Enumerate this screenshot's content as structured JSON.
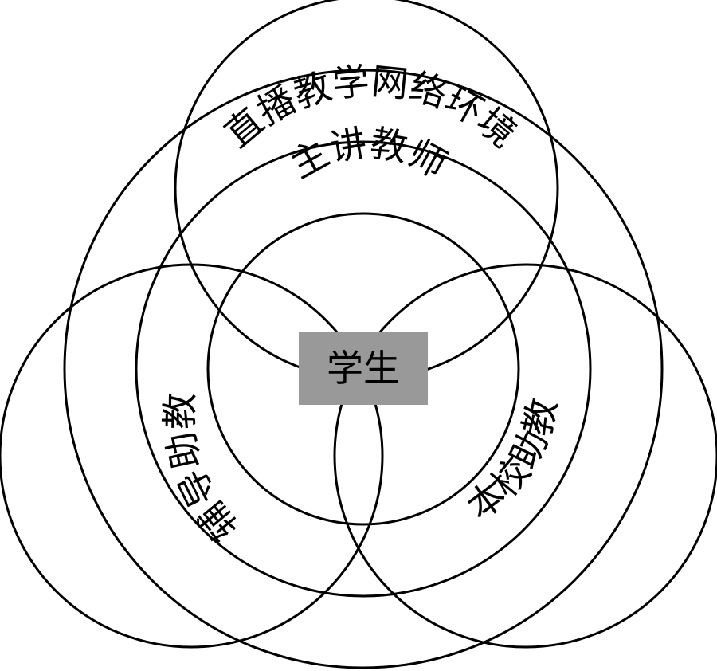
{
  "diagram": {
    "outer_label": "直播教学网络环境",
    "teacher_label": "主讲教师",
    "left_assistant_label": "辅导助教",
    "right_assistant_label": "本校助教",
    "center_label": "学生",
    "center_box_color": "#999999"
  }
}
